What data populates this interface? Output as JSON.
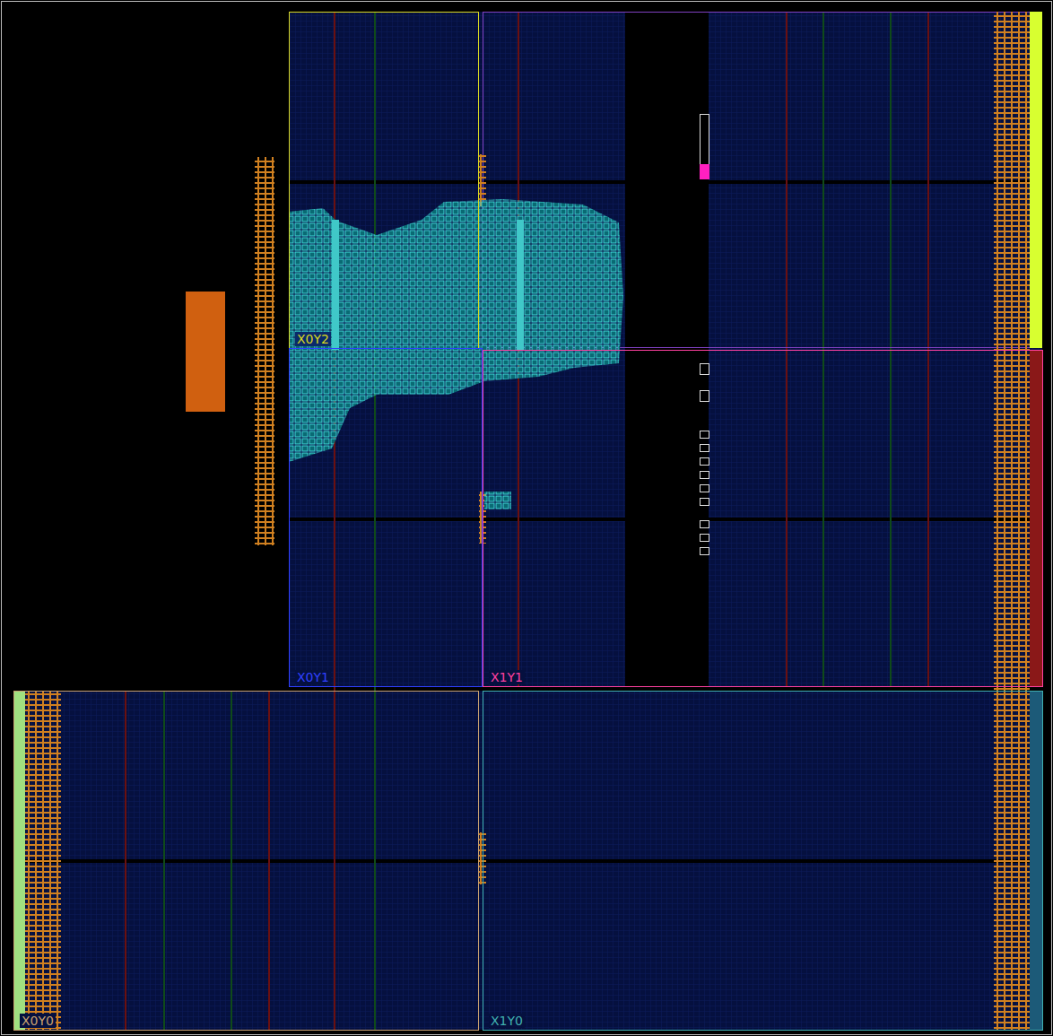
{
  "diagram": {
    "nodes": [
      {
        "text": [
          "X0Y2"
        ]
      },
      {
        "text": [
          "X0Y1"
        ]
      },
      {
        "text": [
          "X1Y1"
        ]
      },
      {
        "text": [
          "X0Y0"
        ]
      },
      {
        "text": [
          "X1Y0"
        ]
      }
    ]
  }
}
